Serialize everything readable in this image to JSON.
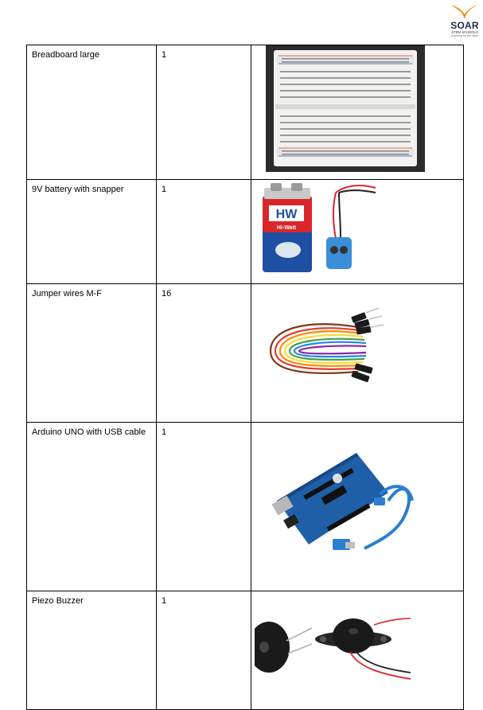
{
  "logo": {
    "name": "SOAR",
    "subtitle": "STEM SCHOOLS",
    "tagline": "reaching for the stars"
  },
  "items": [
    {
      "name": "Breadboard large",
      "qty": "1",
      "image_icon": "breadboard-image"
    },
    {
      "name": "9V battery with snapper",
      "qty": "1",
      "image_icon": "battery-image",
      "battery_brand": "HW",
      "battery_model": "Hi-Watt"
    },
    {
      "name": "Jumper wires M-F",
      "qty": "16",
      "image_icon": "jumper-wires-image"
    },
    {
      "name": "Arduino UNO with USB cable",
      "qty": "1",
      "image_icon": "arduino-uno-image"
    },
    {
      "name": "Piezo Buzzer",
      "qty": "1",
      "image_icon": "piezo-buzzer-image"
    }
  ],
  "colors": {
    "logo_orange": "#f28c1e",
    "logo_navy": "#1c2b4a",
    "arduino_blue": "#1f5fa8",
    "usb_cable_blue": "#2a7fd1",
    "battery_blue": "#1e4fa3",
    "battery_red": "#d8262b"
  }
}
